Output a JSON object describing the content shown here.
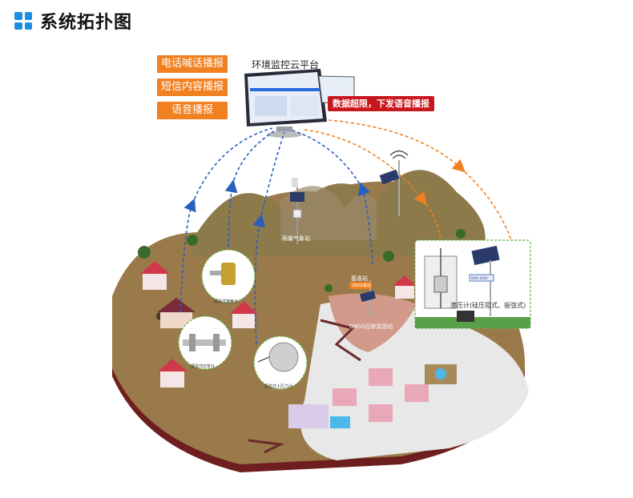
{
  "page": {
    "title": "系统拓扑图"
  },
  "colors": {
    "accent_blue": "#1e8fe0",
    "orange": "#f08020",
    "alarm_red": "#c8161d",
    "arrow_blue": "#2a5fbf"
  },
  "broadcast": [
    {
      "label": "电话喊话播报"
    },
    {
      "label": "短信内容播报"
    },
    {
      "label": "语音播报"
    }
  ],
  "platform": {
    "label": "环境监控云平台",
    "alarm": "数据超限，下发语音播报"
  },
  "stations": {
    "rain_weather": "雨量气象站",
    "base_station": "基准站",
    "gnss_badge": "GNSS基站",
    "gnss_monitor": "GNSS位移监测站",
    "piezometer": "渗压计(硅压阻式、振弦式)",
    "screen_text": "DMS-2000"
  },
  "sensors": {
    "anchor": "振弦式锚索计",
    "strain": "振弦式应变计",
    "earth_pressure": "振弦式土压力计"
  },
  "icons": [
    "grid-logo-icon",
    "monitor-icon",
    "solar-panel-icon",
    "antenna-icon",
    "house-icon",
    "tree-icon"
  ]
}
